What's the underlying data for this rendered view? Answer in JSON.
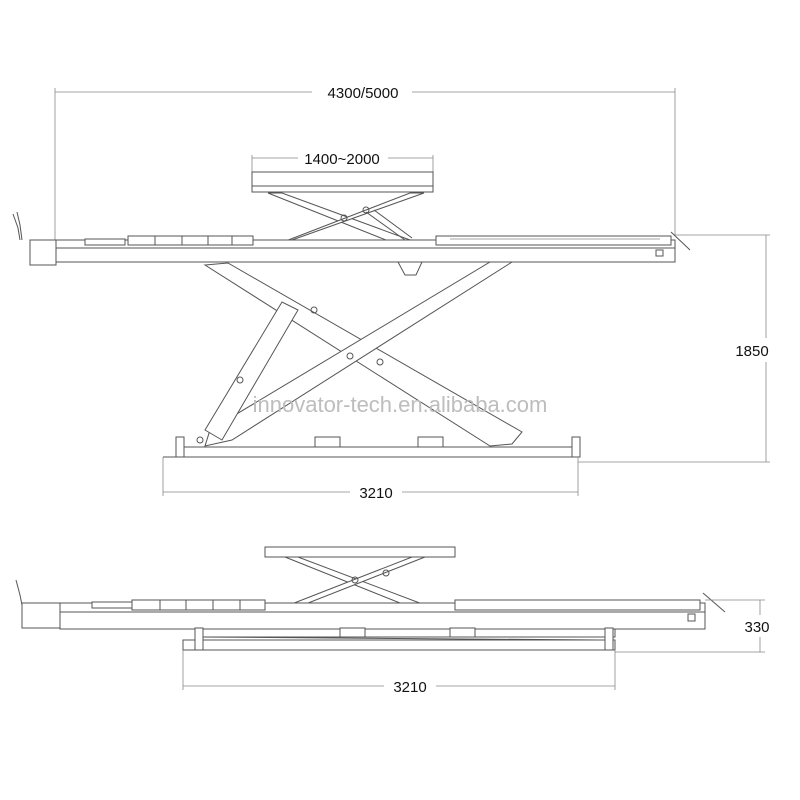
{
  "raised_view": {
    "overall_length_label": "4300/5000",
    "table_travel_label": "1400~2000",
    "max_height_label": "1850",
    "base_length_label": "3210"
  },
  "lowered_view": {
    "min_height_label": "330",
    "base_length_label": "3210"
  },
  "watermark": "innovator-tech.en.alibaba.com"
}
